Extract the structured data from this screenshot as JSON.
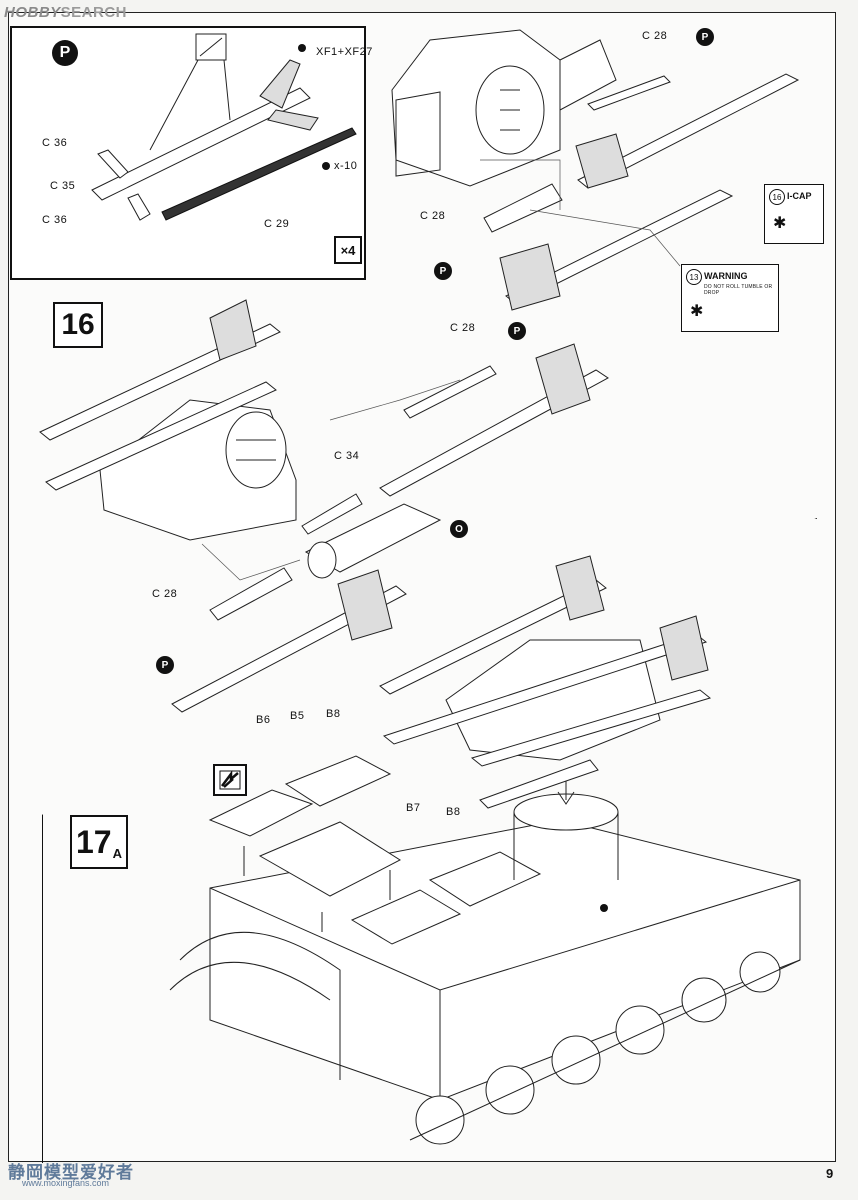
{
  "watermark": {
    "hobby": "HOBBY",
    "search": "SEARCH"
  },
  "inset": {
    "badge": "P",
    "paint": "XF1+XF27",
    "qty_small": "x-10",
    "multiplier": "×4",
    "labels": {
      "c36_top": "C 36",
      "c35": "C 35",
      "c36_bottom": "C 36",
      "c29": "C 29"
    }
  },
  "top_right": {
    "labels": {
      "c28_top": "C 28",
      "c28_mid": "C 28"
    },
    "badges": {
      "p_top": "P",
      "p_mid": "P"
    },
    "decal_16": {
      "num": "16",
      "title": "I-CAP"
    },
    "decal_13": {
      "num": "13",
      "title": "WARNING",
      "sub": "DO NOT ROLL TUMBLE OR DROP"
    }
  },
  "step16": {
    "number": "16",
    "labels": {
      "c28_a": "C 28",
      "c34": "C 34",
      "c28_b": "C 28"
    },
    "badges": {
      "p_a": "P",
      "o": "O",
      "p_b": "P"
    }
  },
  "step17": {
    "number": "17",
    "sub": "A",
    "labels": {
      "b6": "B6",
      "b5": "B5",
      "b8_a": "B8",
      "b7": "B7",
      "b8_b": "B8"
    }
  },
  "footer": {
    "watermark": "静岡模型爱好者",
    "url": "www.moxingfans.com",
    "page": "9"
  }
}
